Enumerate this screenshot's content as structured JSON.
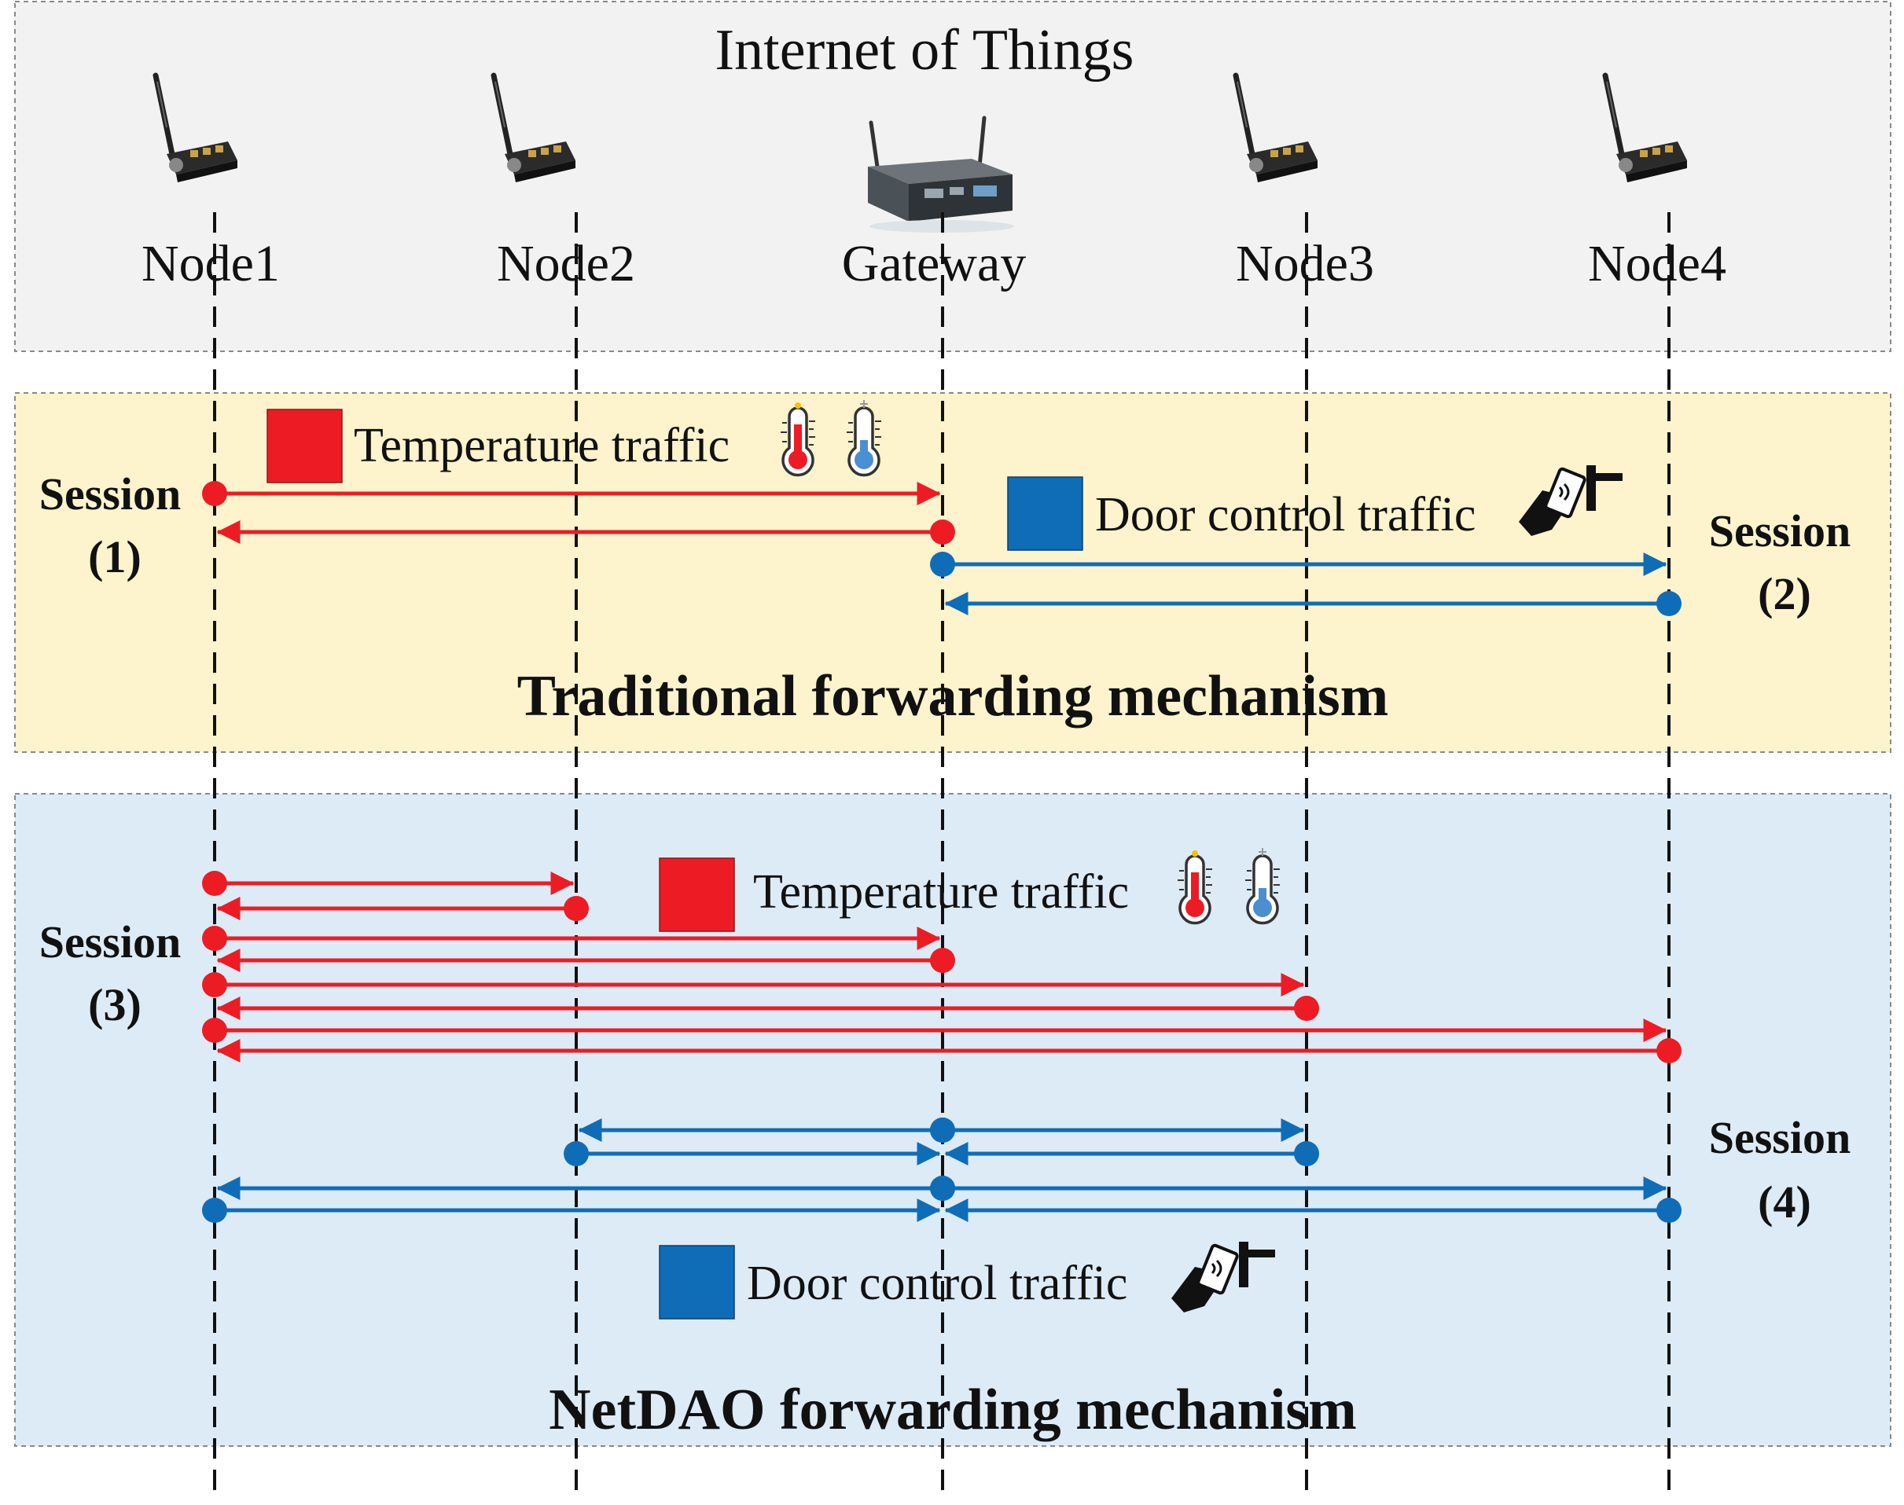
{
  "title": "Internet of Things",
  "nodes": [
    "Node1",
    "Node2",
    "Gateway",
    "Node3",
    "Node4"
  ],
  "colors": {
    "temperature": "#ed1c24",
    "door": "#0f6db8",
    "panel_top": "#f2f2f2",
    "panel_traditional": "#fdf3cc",
    "panel_netdao": "#ddebf7"
  },
  "icons": {
    "sensor": "antenna-sensor-icon",
    "gateway": "gateway-router-icon",
    "thermometer": "thermometer-icon",
    "door": "door-card-access-icon"
  },
  "traditional": {
    "heading": "Traditional forwarding mechanism",
    "temperature_label": "Temperature traffic",
    "door_label": "Door control traffic",
    "session1": [
      "Session",
      "(1)"
    ],
    "session2": [
      "Session",
      "(2)"
    ]
  },
  "netdao": {
    "heading": "NetDAO forwarding mechanism",
    "temperature_label": "Temperature traffic",
    "door_label": "Door control traffic",
    "session3": [
      "Session",
      "(3)"
    ],
    "session4": [
      "Session",
      "(4)"
    ]
  }
}
